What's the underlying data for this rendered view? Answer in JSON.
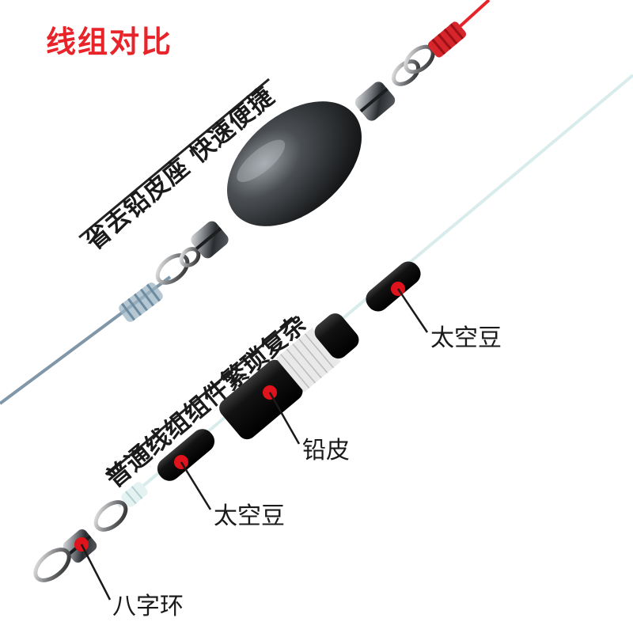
{
  "title": "线组对比",
  "top_rig": {
    "label": "省去铅皮座 快速便捷"
  },
  "bottom_rig": {
    "label": "普通线组组件繁琐复杂"
  },
  "callouts": {
    "space_bean_upper": "太空豆",
    "lead_sinker": "铅皮",
    "space_bean_lower": "太空豆",
    "swivel": "八字环"
  },
  "colors": {
    "title": "#e8242b",
    "red_line": "#e8242b",
    "grey_blue_line": "#7f97a8",
    "pale_line": "#d9ecec",
    "marker_dot": "#e0121b"
  }
}
